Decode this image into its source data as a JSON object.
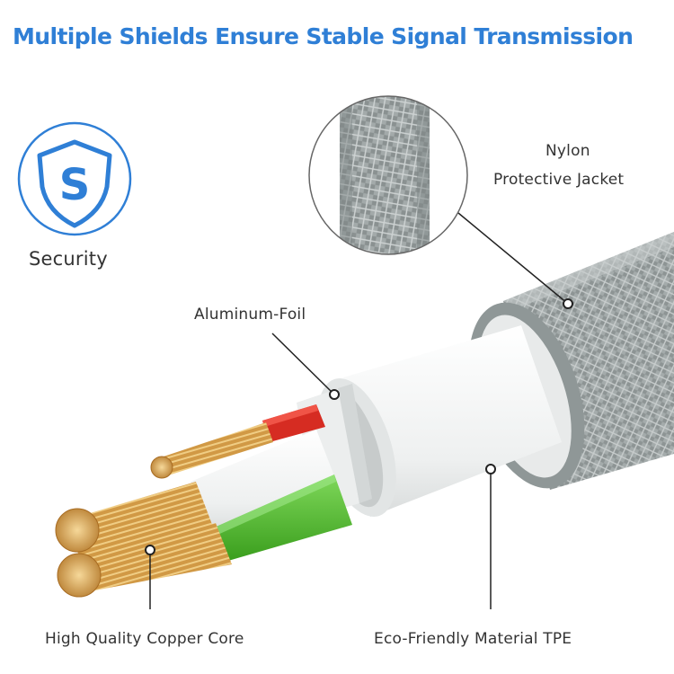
{
  "title": "Multiple Shields Ensure Stable Signal Transmission",
  "badge": {
    "letter": "S",
    "label": "Security",
    "color": "#2f7fd6"
  },
  "callouts": {
    "nylon_line1": "Nylon",
    "nylon_line2": "Protective Jacket",
    "foil": "Aluminum-Foil",
    "copper": "High Quality Copper Core",
    "tpe": "Eco-Friendly Material TPE"
  },
  "colors": {
    "copper": "#d7a04a",
    "jacket": "#9aa1a1",
    "green": "#58c034",
    "red": "#d62c22",
    "white": "#f3f4f4"
  }
}
